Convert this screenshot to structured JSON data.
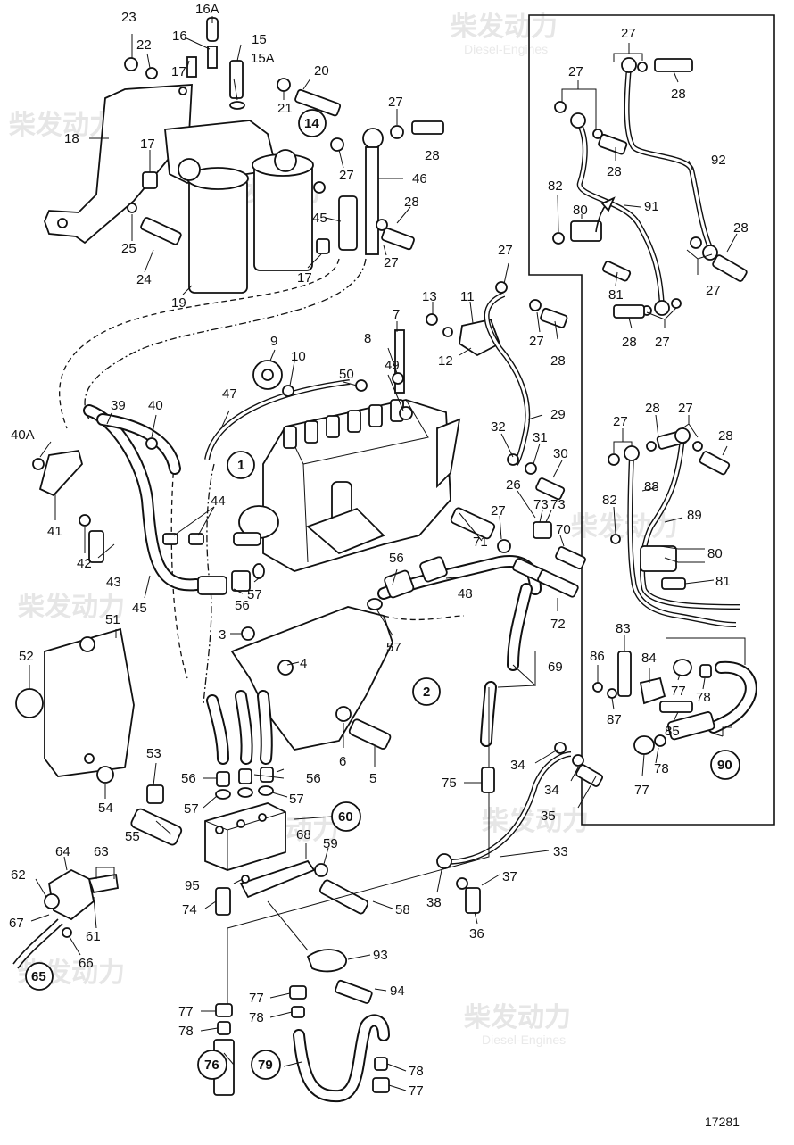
{
  "diagram": {
    "ref_number": "17281",
    "watermark": {
      "brand": "柴发动力",
      "sub": "Diesel-Engines"
    },
    "labels": [
      {
        "id": "l23",
        "t": "23"
      },
      {
        "id": "l16a",
        "t": "16A"
      },
      {
        "id": "l22",
        "t": "22"
      },
      {
        "id": "l16",
        "t": "16"
      },
      {
        "id": "l15",
        "t": "15"
      },
      {
        "id": "l17a",
        "t": "17"
      },
      {
        "id": "l15a",
        "t": "15A"
      },
      {
        "id": "l20",
        "t": "20"
      },
      {
        "id": "l21",
        "t": "21"
      },
      {
        "id": "l18",
        "t": "18"
      },
      {
        "id": "l17b",
        "t": "17"
      },
      {
        "id": "l27a",
        "t": "27"
      },
      {
        "id": "l28a",
        "t": "28"
      },
      {
        "id": "l27b",
        "t": "27"
      },
      {
        "id": "l46",
        "t": "46"
      },
      {
        "id": "l25",
        "t": "25"
      },
      {
        "id": "l45a",
        "t": "45"
      },
      {
        "id": "l28b",
        "t": "28"
      },
      {
        "id": "l24",
        "t": "24"
      },
      {
        "id": "l17c",
        "t": "17"
      },
      {
        "id": "l27c",
        "t": "27"
      },
      {
        "id": "l19",
        "t": "19"
      },
      {
        "id": "l27d",
        "t": "27"
      },
      {
        "id": "l13",
        "t": "13"
      },
      {
        "id": "l11",
        "t": "11"
      },
      {
        "id": "l7",
        "t": "7"
      },
      {
        "id": "l8",
        "t": "8"
      },
      {
        "id": "l9",
        "t": "9"
      },
      {
        "id": "l10",
        "t": "10"
      },
      {
        "id": "l50",
        "t": "50"
      },
      {
        "id": "l49",
        "t": "49"
      },
      {
        "id": "l12",
        "t": "12"
      },
      {
        "id": "l27e",
        "t": "27"
      },
      {
        "id": "l28c",
        "t": "28"
      },
      {
        "id": "l47",
        "t": "47"
      },
      {
        "id": "l29",
        "t": "29"
      },
      {
        "id": "l39",
        "t": "39"
      },
      {
        "id": "l40",
        "t": "40"
      },
      {
        "id": "l40a",
        "t": "40A"
      },
      {
        "id": "l32",
        "t": "32"
      },
      {
        "id": "l31",
        "t": "31"
      },
      {
        "id": "l30",
        "t": "30"
      },
      {
        "id": "l26",
        "t": "26"
      },
      {
        "id": "l73a",
        "t": "73"
      },
      {
        "id": "l73b",
        "t": "73"
      },
      {
        "id": "l27f",
        "t": "27"
      },
      {
        "id": "l70",
        "t": "70"
      },
      {
        "id": "l71",
        "t": "71"
      },
      {
        "id": "l44",
        "t": "44"
      },
      {
        "id": "l41",
        "t": "41"
      },
      {
        "id": "l42",
        "t": "42"
      },
      {
        "id": "l43",
        "t": "43"
      },
      {
        "id": "l56a",
        "t": "56"
      },
      {
        "id": "l48",
        "t": "48"
      },
      {
        "id": "l72",
        "t": "72"
      },
      {
        "id": "l45b",
        "t": "45"
      },
      {
        "id": "l56b",
        "t": "56"
      },
      {
        "id": "l57a",
        "t": "57"
      },
      {
        "id": "l57b",
        "t": "57"
      },
      {
        "id": "l51",
        "t": "51"
      },
      {
        "id": "l3",
        "t": "3"
      },
      {
        "id": "l4",
        "t": "4"
      },
      {
        "id": "l52",
        "t": "52"
      },
      {
        "id": "l69",
        "t": "69"
      },
      {
        "id": "l6",
        "t": "6"
      },
      {
        "id": "l5",
        "t": "5"
      },
      {
        "id": "l53",
        "t": "53"
      },
      {
        "id": "l56c",
        "t": "56"
      },
      {
        "id": "l56d",
        "t": "56"
      },
      {
        "id": "l57c",
        "t": "57"
      },
      {
        "id": "l57d",
        "t": "57"
      },
      {
        "id": "l54",
        "t": "54"
      },
      {
        "id": "l75",
        "t": "75"
      },
      {
        "id": "l34a",
        "t": "34"
      },
      {
        "id": "l34b",
        "t": "34"
      },
      {
        "id": "l35",
        "t": "35"
      },
      {
        "id": "l55",
        "t": "55"
      },
      {
        "id": "l64",
        "t": "64"
      },
      {
        "id": "l63",
        "t": "63"
      },
      {
        "id": "l68",
        "t": "68"
      },
      {
        "id": "l59",
        "t": "59"
      },
      {
        "id": "l33",
        "t": "33"
      },
      {
        "id": "l62",
        "t": "62"
      },
      {
        "id": "l37",
        "t": "37"
      },
      {
        "id": "l95",
        "t": "95"
      },
      {
        "id": "l74",
        "t": "74"
      },
      {
        "id": "l58",
        "t": "58"
      },
      {
        "id": "l38",
        "t": "38"
      },
      {
        "id": "l36",
        "t": "36"
      },
      {
        "id": "l61",
        "t": "61"
      },
      {
        "id": "l67",
        "t": "67"
      },
      {
        "id": "l66",
        "t": "66"
      },
      {
        "id": "l93",
        "t": "93"
      },
      {
        "id": "l94",
        "t": "94"
      },
      {
        "id": "l77a",
        "t": "77"
      },
      {
        "id": "l77b",
        "t": "77"
      },
      {
        "id": "l78a",
        "t": "78"
      },
      {
        "id": "l78b",
        "t": "78"
      },
      {
        "id": "l78c",
        "t": "78"
      },
      {
        "id": "l77c",
        "t": "77"
      },
      {
        "id": "i27a",
        "t": "27"
      },
      {
        "id": "i27b",
        "t": "27"
      },
      {
        "id": "i28a",
        "t": "28"
      },
      {
        "id": "i28b",
        "t": "28"
      },
      {
        "id": "i92",
        "t": "92"
      },
      {
        "id": "i82a",
        "t": "82"
      },
      {
        "id": "i80a",
        "t": "80"
      },
      {
        "id": "i91",
        "t": "91"
      },
      {
        "id": "i28c",
        "t": "28"
      },
      {
        "id": "i81a",
        "t": "81"
      },
      {
        "id": "i27c",
        "t": "27"
      },
      {
        "id": "i28d",
        "t": "28"
      },
      {
        "id": "i27d",
        "t": "27"
      },
      {
        "id": "i28e",
        "t": "28"
      },
      {
        "id": "i27e",
        "t": "27"
      },
      {
        "id": "i27f",
        "t": "27"
      },
      {
        "id": "i28f",
        "t": "28"
      },
      {
        "id": "i88",
        "t": "88"
      },
      {
        "id": "i82b",
        "t": "82"
      },
      {
        "id": "i89",
        "t": "89"
      },
      {
        "id": "i80b",
        "t": "80"
      },
      {
        "id": "i81b",
        "t": "81"
      },
      {
        "id": "i83",
        "t": "83"
      },
      {
        "id": "i86",
        "t": "86"
      },
      {
        "id": "i84",
        "t": "84"
      },
      {
        "id": "i77a",
        "t": "77"
      },
      {
        "id": "i78a",
        "t": "78"
      },
      {
        "id": "i87",
        "t": "87"
      },
      {
        "id": "i85",
        "t": "85"
      },
      {
        "id": "i78b",
        "t": "78"
      },
      {
        "id": "i77b",
        "t": "77"
      }
    ],
    "circled": [
      {
        "id": "c14",
        "t": "14"
      },
      {
        "id": "c1",
        "t": "1"
      },
      {
        "id": "c2",
        "t": "2"
      },
      {
        "id": "c60",
        "t": "60"
      },
      {
        "id": "c65",
        "t": "65"
      },
      {
        "id": "c76",
        "t": "76"
      },
      {
        "id": "c79",
        "t": "79"
      },
      {
        "id": "c90",
        "t": "90"
      }
    ]
  }
}
